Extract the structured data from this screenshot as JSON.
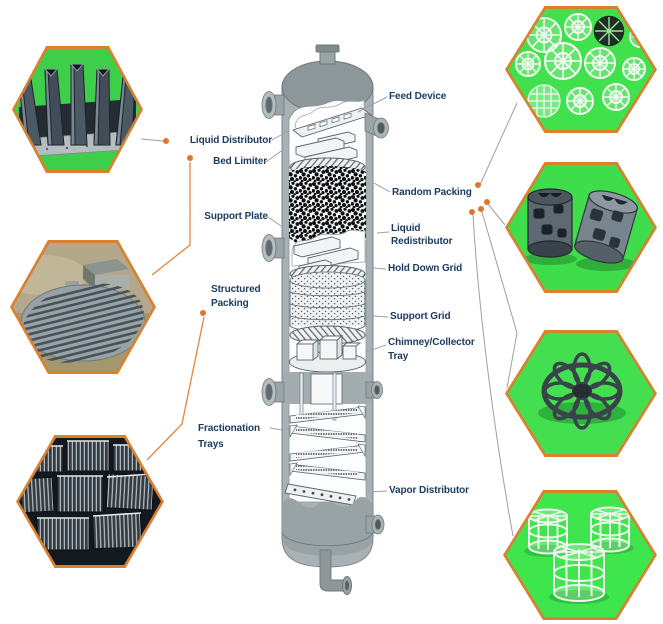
{
  "labels": {
    "liquid_distributor": [
      "Liquid Distributor"
    ],
    "bed_limiter": [
      "Bed Limiter"
    ],
    "support_plate": [
      "Support Plate"
    ],
    "structured_packing": [
      "Structured",
      "Packing"
    ],
    "fractionation_trays": [
      "Fractionation",
      "Trays"
    ],
    "feed_device": [
      "Feed Device"
    ],
    "random_packing": [
      "Random Packing"
    ],
    "liquid_redistributor": [
      "Liquid",
      "Redistributor"
    ],
    "hold_down_grid": [
      "Hold Down Grid"
    ],
    "support_grid": [
      "Support Grid"
    ],
    "chimney_collector_tray": [
      "Chimney/Collector",
      "Tray"
    ],
    "vapor_distributor": [
      "Vapor Distributor"
    ]
  },
  "hexagons": {
    "left": [
      {
        "icon": "trough-liquid-distributor-photo"
      },
      {
        "icon": "support-plate-photo"
      },
      {
        "icon": "structured-packing-sheets-photo"
      }
    ],
    "right": [
      {
        "icon": "plastic-rosette-rings-photo"
      },
      {
        "icon": "metal-pall-rings-photo"
      },
      {
        "icon": "black-rosette-ring-photo"
      },
      {
        "icon": "white-plastic-pall-rings-photo"
      }
    ]
  },
  "colors": {
    "hex_border": "#d8812f",
    "hex_green": "#3edd4b",
    "label_text": "#1c3b60",
    "dot_orange": "#e0762b",
    "connector_gray": "#9aa0a4",
    "connector_orange": "#e0873f",
    "column_gray": "#a8b2b4",
    "column_dark": "#8d979a",
    "packing_black": "#0d0f11"
  }
}
